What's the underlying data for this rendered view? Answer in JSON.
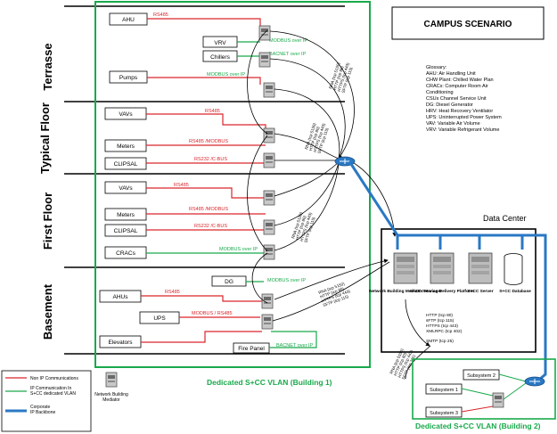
{
  "title": "CAMPUS SCENARIO",
  "glossary": {
    "heading": "Glossary:",
    "lines": [
      "AHU: Air Handling Unit",
      "CHW Plant: Chilled Water Plan",
      "CRACs: Computer Room Air",
      "Conditioning",
      "CSUs Channel Service Unit",
      "DG: Diesel Generator",
      "HRV: Heat Recovery Ventilator",
      "UPS: Uninterrupted Power System",
      "VAV: Variable Air Volume",
      "VRV: Variable Refrigerant Volume"
    ]
  },
  "floors": {
    "terrasse": "Terrasse",
    "typical": "Typical Floor",
    "first": "First Floor",
    "basement": "Basement"
  },
  "devices": {
    "ahu_t": "AHU",
    "vrv": "VRV",
    "chillers": "Chillers",
    "pumps": "Pumps",
    "vavs_t": "VAVs",
    "meters_t": "Meters",
    "clipsal_t": "CLIPSAL",
    "vavs_f": "VAVs",
    "meters_f": "Meters",
    "clipsal_f": "CLIPSAL",
    "cracs": "CRACs",
    "dg": "DG",
    "ahus_b": "AHUs",
    "ups": "UPS",
    "elevators": "Elevators",
    "firepanel": "Fire Panel"
  },
  "links": {
    "rs485": "RS485",
    "modbus_ip": "MODBUS over IP",
    "bacnet_ip": "BACNET over IP",
    "rs485_modbus": "RS485 /MODBUS",
    "rs232_icbus": "RS232 /C-BUS",
    "modbus_rs485": "MODBUS / RS485"
  },
  "protocols": [
    "RNA (tcp 5150)",
    "HTTP (tcp 80)",
    "HTTPS (tcp 443)",
    "SFTP (tcp 115)"
  ],
  "datacenter": {
    "title": "Data Center",
    "servers": [
      "Network Building Mediator Manager",
      "S+CC Service Delivery Platform",
      "S+CC Server",
      "S+CC Database"
    ],
    "protocols": [
      "HTTP (tcp 80)",
      "sFTP (tcp 115)",
      "HTTPS (tcp 443)",
      "XMLRPC (tcp 402)",
      "SMTP (tcp 25)"
    ]
  },
  "building1_label": "Dedicated S+CC VLAN (Building 1)",
  "building2": {
    "label": "Dedicated S+CC VLAN (Building 2)",
    "subsystems": [
      "Subsystem 1",
      "Subsystem 2",
      "Subsystem 3"
    ]
  },
  "legend": {
    "non_ip": "Non IP Communications",
    "ip_line1": "IP Communication In",
    "ip_line2": "S+CC dedicated VLAN",
    "backbone_line1": "Corporate",
    "backbone_line2": "IP Backbone",
    "mediator_line1": "Network Building",
    "mediator_line2": "Mediator"
  },
  "colors": {
    "green": "#19a94b",
    "red": "#d9262c",
    "blue": "#2a78c4",
    "black": "#000000"
  }
}
